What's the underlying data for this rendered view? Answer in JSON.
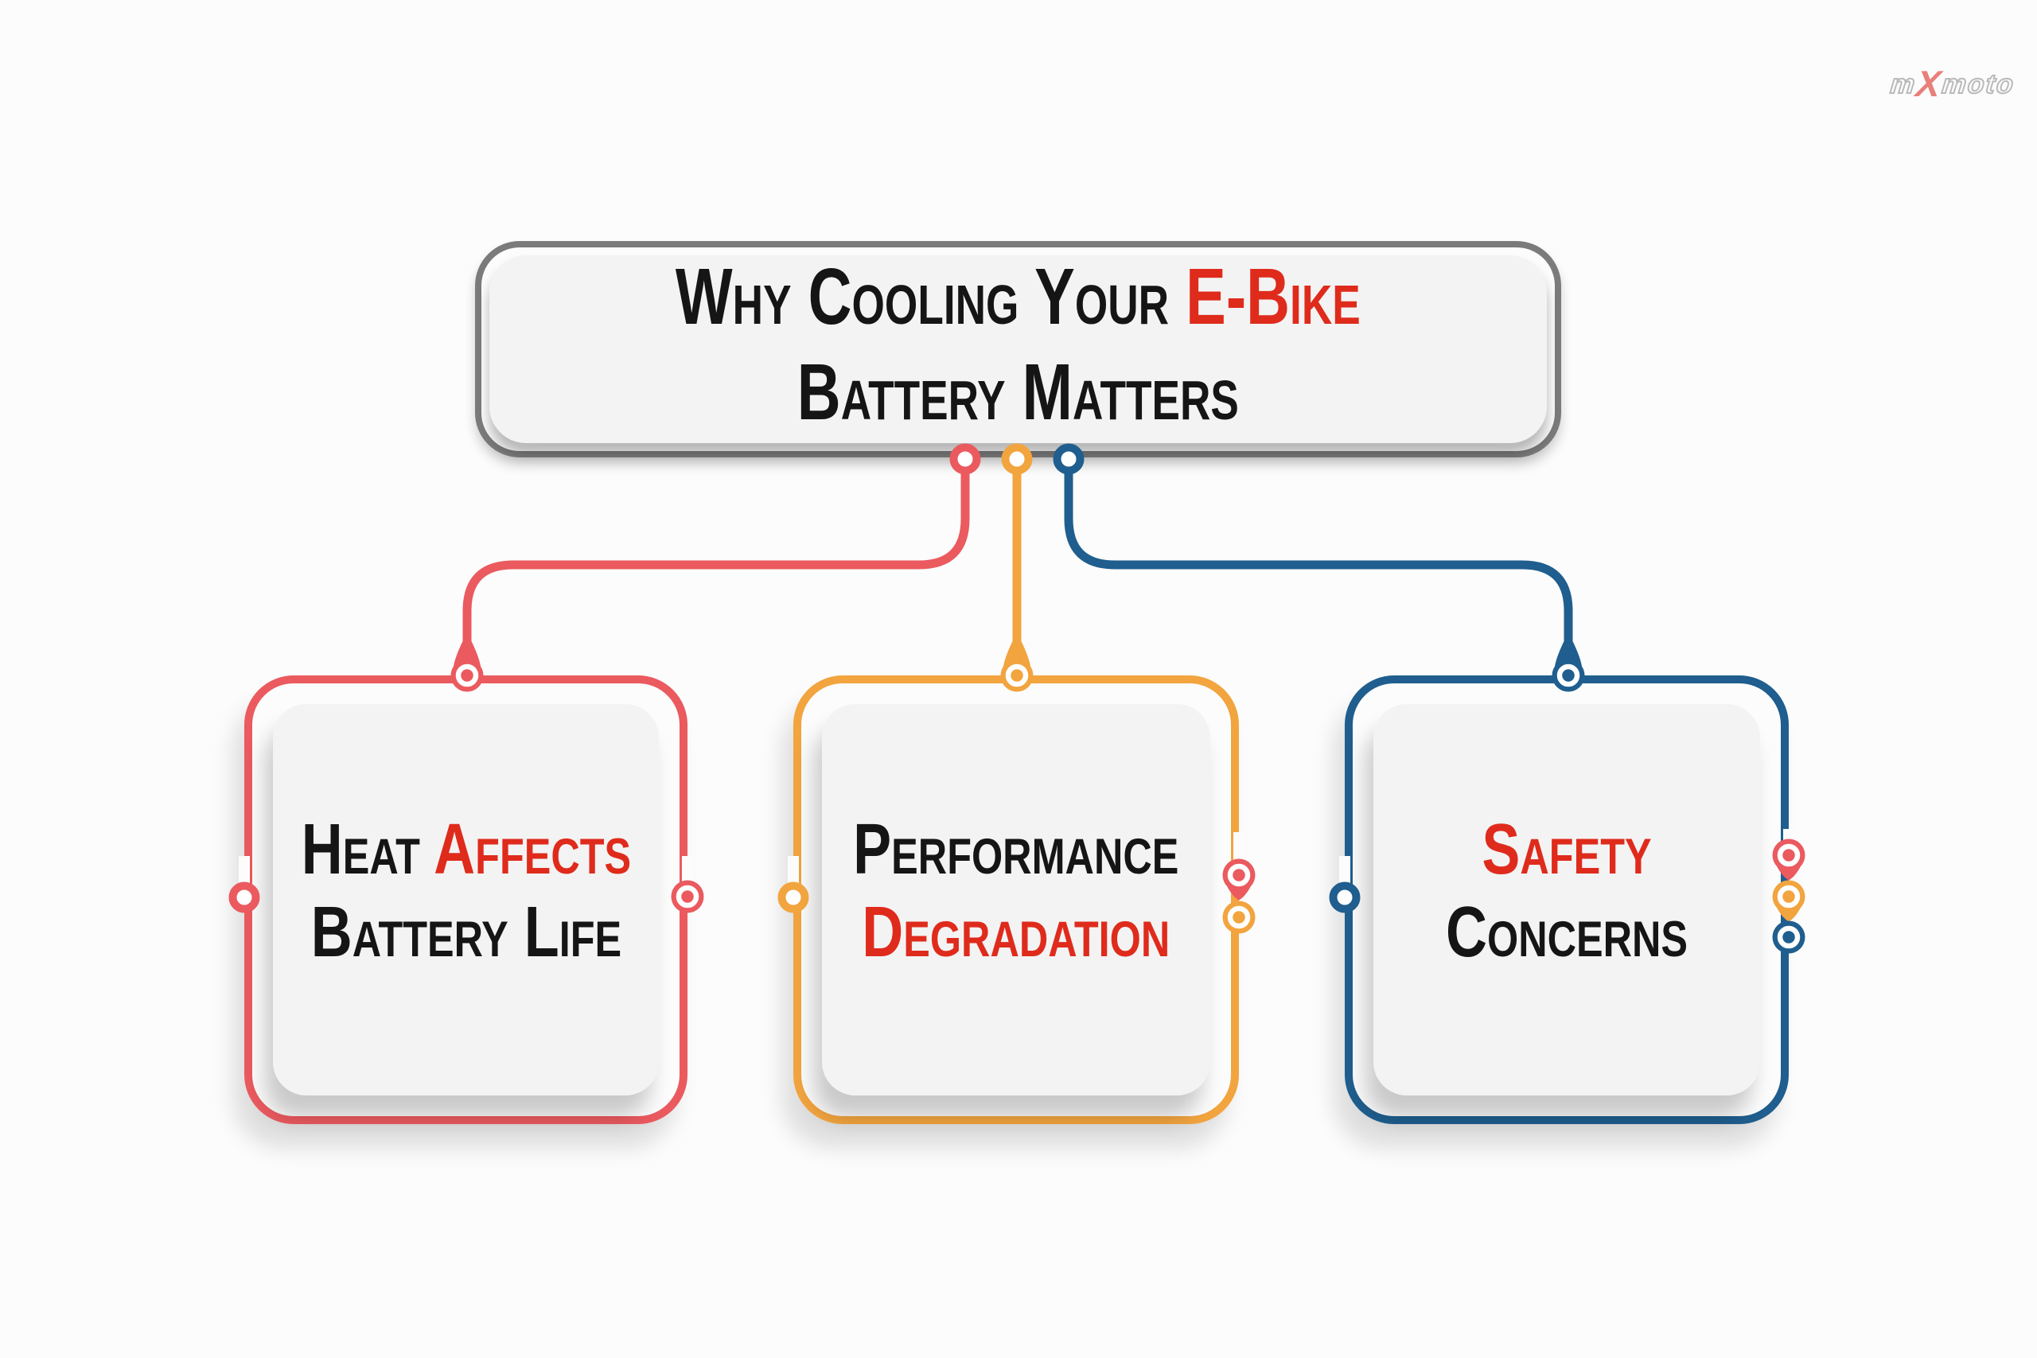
{
  "logo": {
    "part1": "m",
    "part2": "X",
    "part3": "moto"
  },
  "title": {
    "line1": [
      {
        "text": "Why Cooling Your ",
        "tone": "t-dark"
      },
      {
        "text": "E-Bike",
        "tone": "t-red"
      }
    ],
    "line2": [
      {
        "text": "Battery Matters",
        "tone": "t-dark"
      }
    ]
  },
  "boxes": [
    {
      "key": "heat-affects-battery-life",
      "accent": "coral",
      "line1": [
        {
          "text": "Heat ",
          "tone": "t-dark"
        },
        {
          "text": "Affects",
          "tone": "t-red"
        }
      ],
      "line2": [
        {
          "text": "Battery Life",
          "tone": "t-dark"
        }
      ]
    },
    {
      "key": "performance-degradation",
      "accent": "orange",
      "line1": [
        {
          "text": "Performance",
          "tone": "t-dark"
        }
      ],
      "line2": [
        {
          "text": "Degradation",
          "tone": "t-red"
        }
      ]
    },
    {
      "key": "safety-concerns",
      "accent": "blue",
      "line1": [
        {
          "text": "Safety",
          "tone": "t-red"
        }
      ],
      "line2": [
        {
          "text": "Concerns",
          "tone": "t-dark"
        }
      ]
    }
  ],
  "colors": {
    "coral": "#EA5A5F",
    "orange": "#F2A43F",
    "blue": "#1F5E8E",
    "title-border": "#7B7B7B",
    "text-dark": "#151515",
    "text-red": "#DF2B1C",
    "card-bg": "#F3F3F3",
    "page-bg": "#FCFCFC",
    "logo-gray": "#B9B9B9",
    "logo-x": "#E8807A"
  }
}
